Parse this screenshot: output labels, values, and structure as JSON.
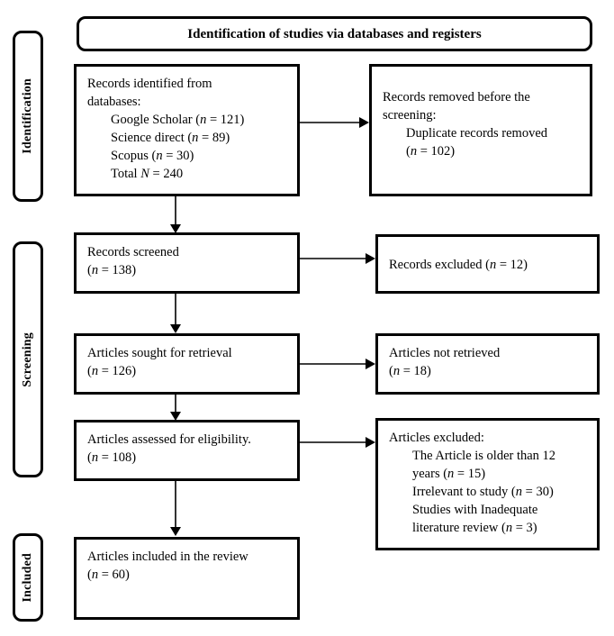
{
  "header": {
    "title": "Identification of studies via databases and registers"
  },
  "stages": [
    {
      "name": "identification",
      "label": "Identification"
    },
    {
      "name": "screening",
      "label": "Screening"
    },
    {
      "name": "included",
      "label": "Included"
    }
  ],
  "boxes": {
    "records_identified": {
      "lines": [
        "Records identified from",
        "databases:",
        "Google Scholar (n = 121)",
        "Science direct (n = 89)",
        "Scopus (n = 30)",
        "Total N = 240"
      ],
      "l0": "Records identified from",
      "l1": "databases:",
      "l2_pre": "Google Scholar (",
      "l2_var": "n",
      "l2_post": " = 121)",
      "l3_pre": "Science direct (",
      "l3_var": "n",
      "l3_post": " = 89)",
      "l4_pre": "Scopus (",
      "l4_var": "n",
      "l4_post": " = 30)",
      "l5_pre": "Total ",
      "l5_var": "N",
      "l5_post": " = 240"
    },
    "records_removed": {
      "l0": "Records removed before the",
      "l1": "screening:",
      "l2": "Duplicate records removed",
      "l3_pre": "(",
      "l3_var": "n",
      "l3_post": " = 102)"
    },
    "records_screened": {
      "l0": "Records screened",
      "l1_pre": "(",
      "l1_var": "n",
      "l1_post": " = 138)"
    },
    "records_excluded": {
      "l0_pre": "Records excluded (",
      "l0_var": "n",
      "l0_post": " = 12)"
    },
    "articles_sought": {
      "l0": "Articles sought for retrieval",
      "l1_pre": "(",
      "l1_var": "n",
      "l1_post": " = 126)"
    },
    "articles_not_retrieved": {
      "l0": "Articles not retrieved",
      "l1_pre": "(",
      "l1_var": "n",
      "l1_post": " = 18)"
    },
    "articles_assessed": {
      "l0": "Articles assessed for eligibility.",
      "l1_pre": "(",
      "l1_var": "n",
      "l1_post": " = 108)"
    },
    "articles_excluded": {
      "l0": "Articles excluded:",
      "l1": "The Article is older than 12",
      "l2_pre": "years (",
      "l2_var": "n",
      "l2_post": " = 15)",
      "l3_pre": "Irrelevant to study (",
      "l3_var": "n",
      "l3_post": " = 30)",
      "l4": "Studies with Inadequate",
      "l5_pre": "literature review (",
      "l5_var": "n",
      "l5_post": " = 3)"
    },
    "articles_included": {
      "l0": "Articles included in the review",
      "l1_pre": "(",
      "l1_var": "n",
      "l1_post": " = 60)"
    }
  },
  "flow_data": {
    "type": "prisma-flow",
    "counts": {
      "google_scholar": 121,
      "science_direct": 89,
      "scopus": 30,
      "total_identified": 240,
      "duplicates_removed": 102,
      "records_screened": 138,
      "records_excluded": 12,
      "articles_sought": 126,
      "articles_not_retrieved": 18,
      "articles_assessed": 108,
      "excluded_older_than_12_years": 15,
      "excluded_irrelevant": 30,
      "excluded_inadequate_review": 3,
      "articles_included": 60
    }
  },
  "colors": {
    "stroke": "#000000",
    "fill": "#ffffff",
    "text": "#000000"
  }
}
